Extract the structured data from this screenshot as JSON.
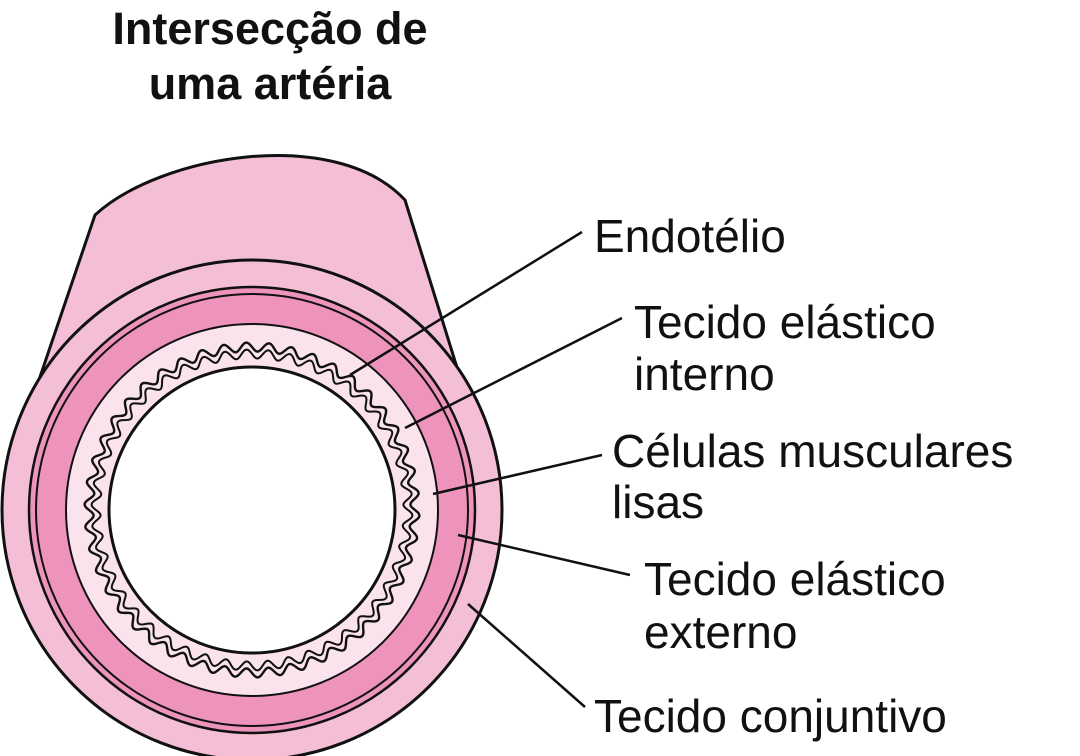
{
  "title": {
    "line1": "Intersecção de",
    "line2": "uma artéria"
  },
  "labels": {
    "endotelio": "Endotélio",
    "elastico_interno": [
      "Tecido elástico",
      "interno"
    ],
    "musculares": [
      "Células musculares",
      "lisas"
    ],
    "elastico_externo": [
      "Tecido elástico",
      "externo"
    ],
    "conjuntivo": "Tecido conjuntivo"
  },
  "colors": {
    "connective_tissue": "#f4bfd6",
    "muscle_layer": "#ee94bc",
    "inner_layer": "#fbe3ee",
    "lumen": "#ffffff",
    "outline": "#111111"
  }
}
